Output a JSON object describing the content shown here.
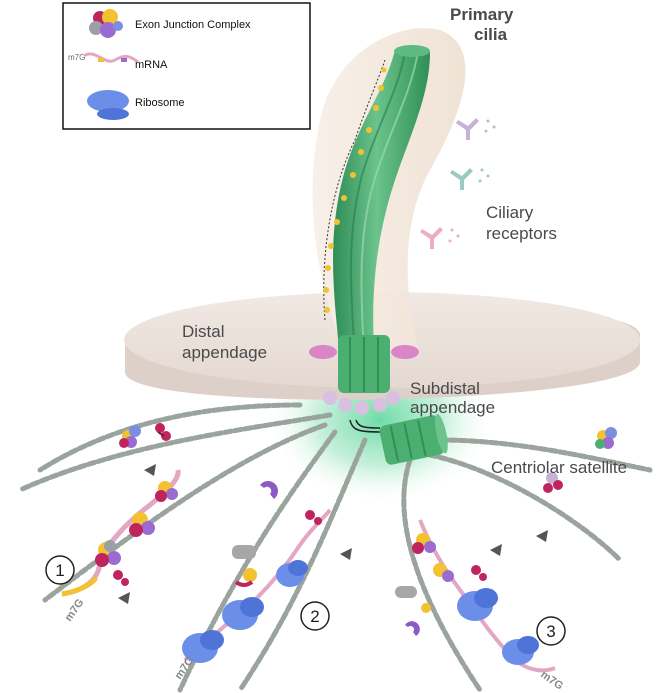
{
  "legend": {
    "items": [
      {
        "label": "Exon Junction Complex"
      },
      {
        "label": "mRNA",
        "cap_label": "m7G"
      },
      {
        "label": "Ribosome"
      }
    ]
  },
  "labels": {
    "primary_cilia_line1": "Primary",
    "primary_cilia_line2": "cilia",
    "ciliary_receptors_line1": "Ciliary",
    "ciliary_receptors_line2": "receptors",
    "distal_appendage_line1": "Distal",
    "distal_appendage_line2": "appendage",
    "subdistal_appendage_line1": "Subdistal",
    "subdistal_appendage_line2": "appendage",
    "centriolar_satellite": "Centriolar satellite"
  },
  "cap_label": "m7G",
  "steps": [
    "1",
    "2",
    "3"
  ],
  "colors": {
    "axoneme": "#4caf72",
    "axoneme_dark": "#2f8f55",
    "membrane": "#f3e7dc",
    "disc": "#efe6e1",
    "ribosome": "#6b8fe8",
    "mrna": "#e3a7c4",
    "microtubule": "#9aa39c",
    "glow": "#3fd08a",
    "ejc_purple": "#9b6bd1",
    "ejc_yellow": "#f2c230",
    "ejc_red": "#c0245e"
  }
}
